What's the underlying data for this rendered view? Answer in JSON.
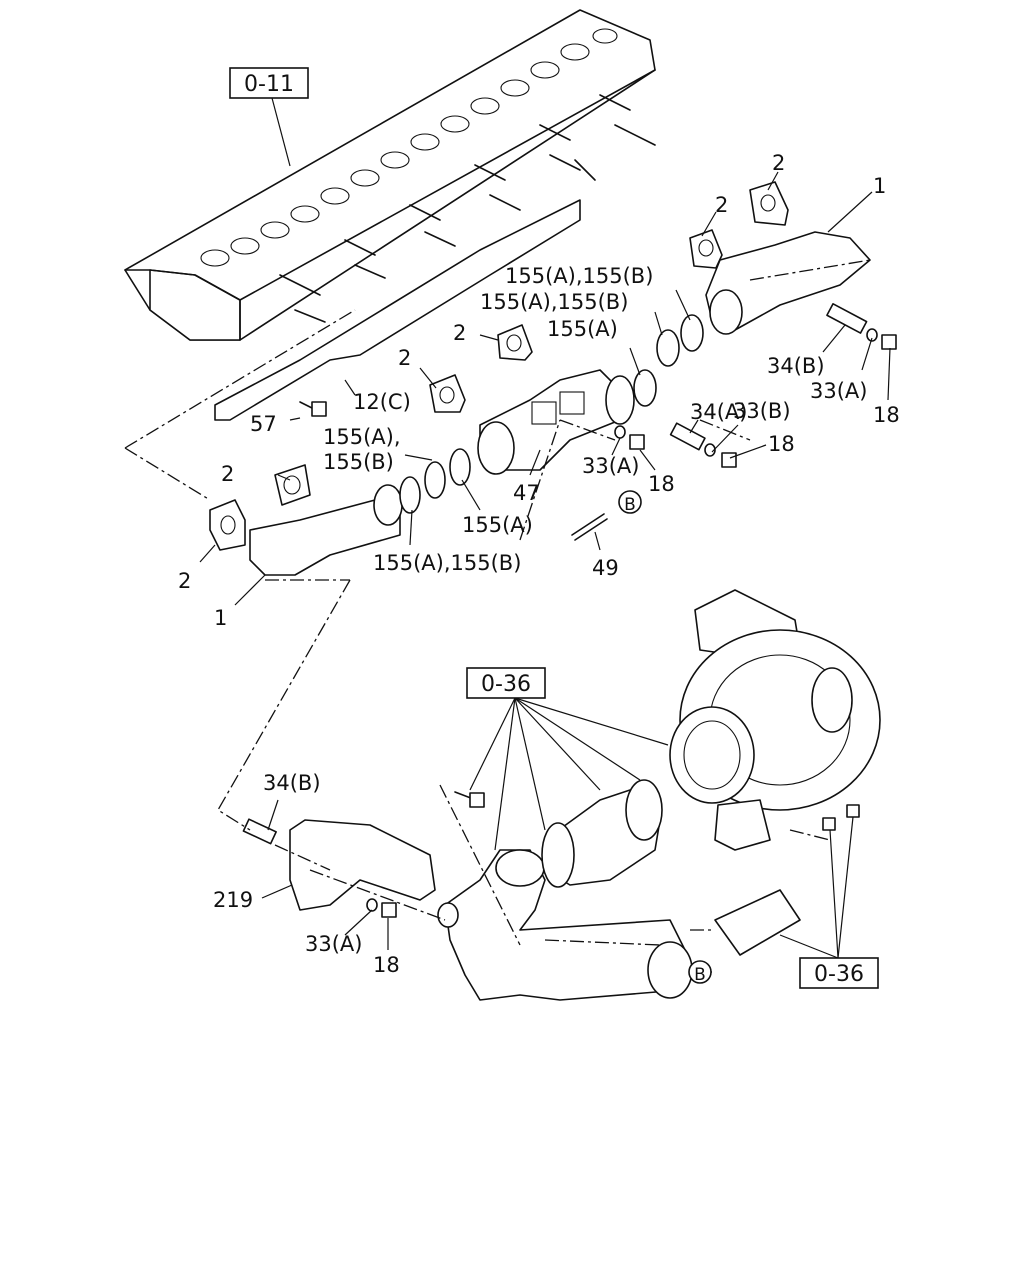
{
  "ref_boxes": {
    "cylinder_head": "0-11",
    "turbo_top": "0-36",
    "turbo_bottom": "0-36"
  },
  "circle_marker": "B",
  "callouts": {
    "c_1_top": "1",
    "c_1_left": "1",
    "c_2_a": "2",
    "c_2_b": "2",
    "c_2_c": "2",
    "c_2_d": "2",
    "c_2_e": "2",
    "c_2_f": "2",
    "c_12c": "12(C)",
    "c_57": "57",
    "c_155ab_1": "155(A),155(B)",
    "c_155ab_2": "155(A),155(B)",
    "c_155a_1": "155(A)",
    "c_155a_comma": "155(A),",
    "c_155b": "155(B)",
    "c_155a_2": "155(A)",
    "c_155ab_3": "155(A),155(B)",
    "c_34b_top": "34(B)",
    "c_33a_top": "33(A)",
    "c_18_top": "18",
    "c_34a": "34(A)",
    "c_33b": "33(B)",
    "c_18_mid": "18",
    "c_33a_mid": "33(A)",
    "c_18_mid2": "18",
    "c_47": "47",
    "c_49": "49",
    "c_34b_low": "34(B)",
    "c_219": "219",
    "c_33a_low": "33(A)",
    "c_18_low": "18"
  }
}
